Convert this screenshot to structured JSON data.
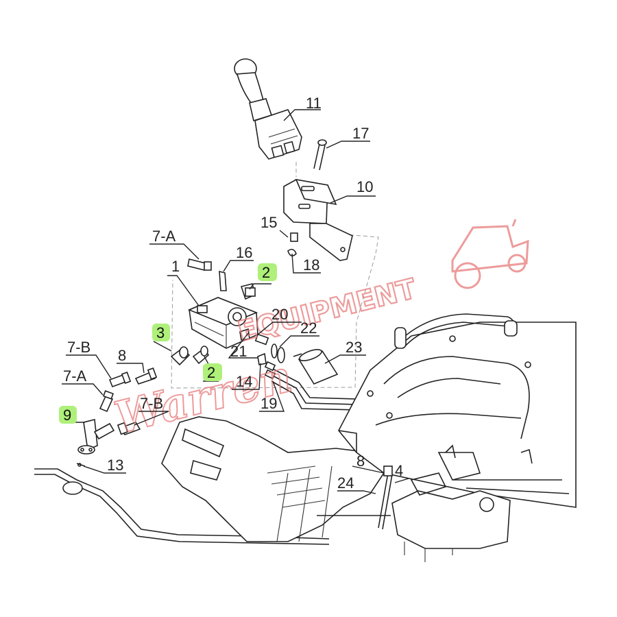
{
  "diagram": {
    "callouts": [
      {
        "id": "c-11",
        "label": "11",
        "highlighted": false
      },
      {
        "id": "c-17",
        "label": "17",
        "highlighted": false
      },
      {
        "id": "c-10",
        "label": "10",
        "highlighted": false
      },
      {
        "id": "c-15",
        "label": "15",
        "highlighted": false
      },
      {
        "id": "c-18",
        "label": "18",
        "highlighted": false
      },
      {
        "id": "c-7a-top",
        "label": "7-A",
        "highlighted": false
      },
      {
        "id": "c-16",
        "label": "16",
        "highlighted": false
      },
      {
        "id": "c-1",
        "label": "1",
        "highlighted": false
      },
      {
        "id": "c-2-top",
        "label": "2",
        "highlighted": true
      },
      {
        "id": "c-20",
        "label": "20",
        "highlighted": false
      },
      {
        "id": "c-22",
        "label": "22",
        "highlighted": false
      },
      {
        "id": "c-3",
        "label": "3",
        "highlighted": true
      },
      {
        "id": "c-21",
        "label": "21",
        "highlighted": false
      },
      {
        "id": "c-23",
        "label": "23",
        "highlighted": false
      },
      {
        "id": "c-2-bottom",
        "label": "2",
        "highlighted": true
      },
      {
        "id": "c-14",
        "label": "14",
        "highlighted": false
      },
      {
        "id": "c-19",
        "label": "19",
        "highlighted": false
      },
      {
        "id": "c-7b-left",
        "label": "7-B",
        "highlighted": false
      },
      {
        "id": "c-8-left",
        "label": "8",
        "highlighted": false
      },
      {
        "id": "c-7a-left",
        "label": "7-A",
        "highlighted": false
      },
      {
        "id": "c-7b-mid",
        "label": "7-B",
        "highlighted": false
      },
      {
        "id": "c-9",
        "label": "9",
        "highlighted": true
      },
      {
        "id": "c-13",
        "label": "13",
        "highlighted": false
      },
      {
        "id": "c-8-right",
        "label": "8",
        "highlighted": false
      },
      {
        "id": "c-4",
        "label": "4",
        "highlighted": false
      },
      {
        "id": "c-24",
        "label": "24",
        "highlighted": false
      }
    ]
  },
  "watermark": {
    "script": "Warren",
    "word": "EQUIPMENT"
  },
  "colors": {
    "highlight": "#aef07a",
    "watermark": "#e87a7a",
    "line": "#222222"
  }
}
